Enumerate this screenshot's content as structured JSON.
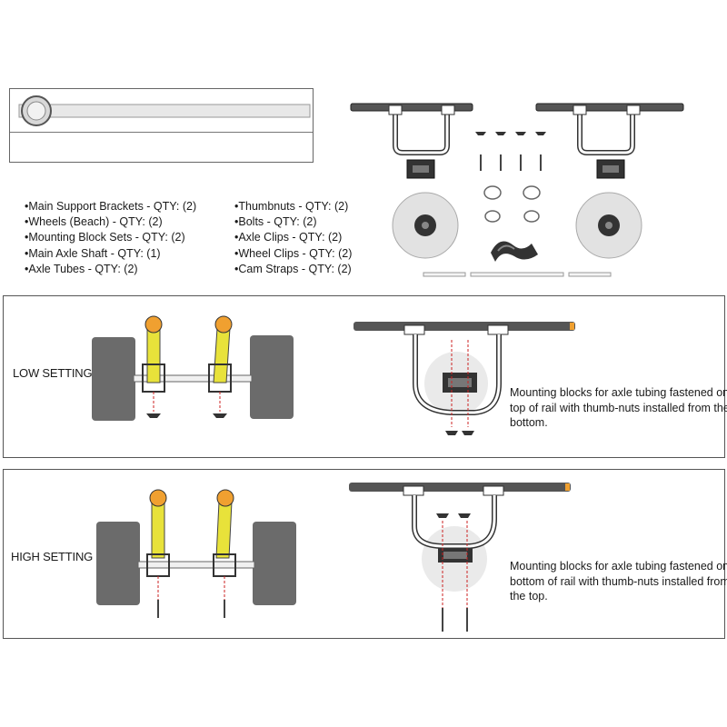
{
  "parts_list": {
    "left": [
      "•Main Support Brackets - QTY: (2)",
      "•Wheels (Beach) - QTY: (2)",
      "•Mounting Block Sets - QTY: (2)",
      "•Main Axle Shaft - QTY: (1)",
      "•Axle Tubes - QTY: (2)"
    ],
    "right": [
      "•Thumbnuts - QTY: (2)",
      "•Bolts - QTY: (2)",
      "•Axle Clips - QTY: (2)",
      "•Wheel Clips - QTY: (2)",
      "•Cam Straps - QTY: (2)"
    ]
  },
  "low_setting": {
    "label": "LOW SETTING",
    "description": "Mounting blocks for axle tubing fastened on top of rail with thumb-nuts installed from the bottom."
  },
  "high_setting": {
    "label": "HIGH SETTING",
    "description": "Mounting blocks for axle tubing fastened on bottom of rail with thumb-nuts installed from the top."
  },
  "colors": {
    "rail": "#555555",
    "tube": "#e8e23a",
    "cap": "#f0a030",
    "wheel": "#6b6b6b",
    "dash": "#cc2222"
  }
}
